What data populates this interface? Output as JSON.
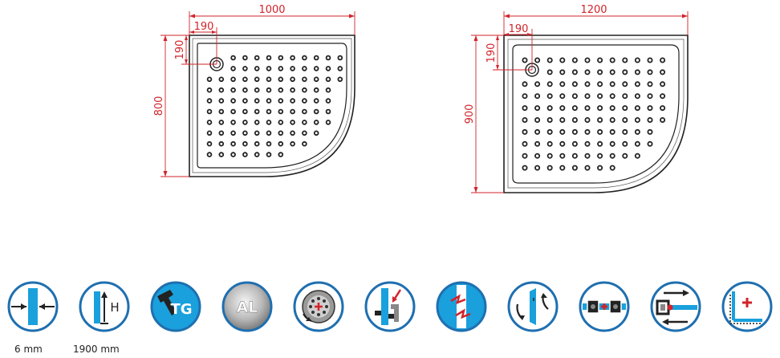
{
  "tray_small": {
    "width": "1000",
    "depth": "800",
    "offset_x": "190",
    "offset_y": "190"
  },
  "tray_large": {
    "width": "1200",
    "depth": "900",
    "offset_x": "190",
    "offset_y": "190"
  },
  "icons": {
    "glass_thickness": "6 mm",
    "height": "1900 mm",
    "height_letter": "H",
    "tempered_glass": "TG",
    "aluminium": "AL"
  },
  "colors": {
    "dimension": "#d2232a",
    "icon_blue": "#1aa0dc",
    "icon_outline": "#1f6fb0",
    "icon_dark": "#222222"
  }
}
